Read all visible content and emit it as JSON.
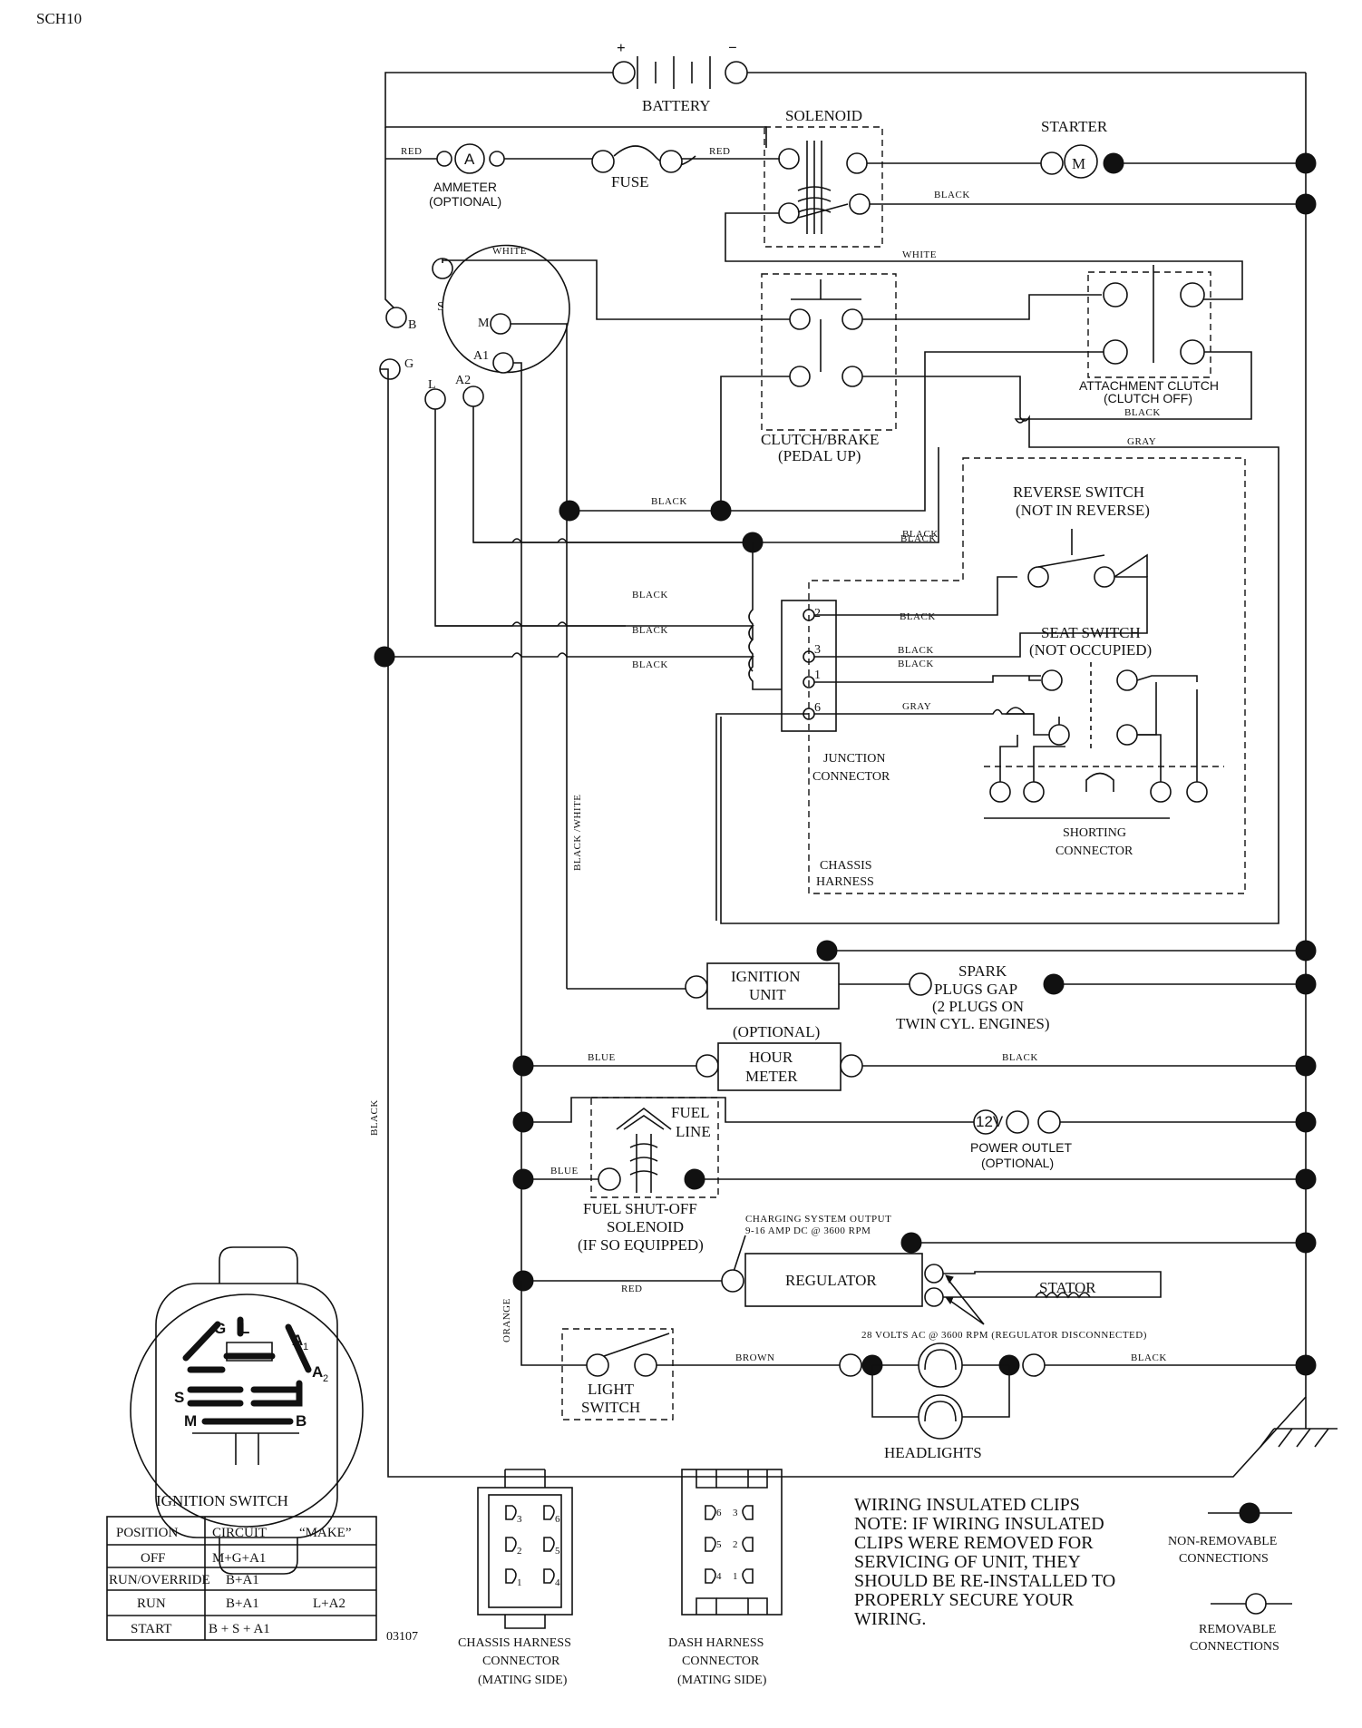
{
  "header": {
    "code": "SCH10",
    "drawing_number": "03107"
  },
  "labels": {
    "battery": "BATTERY",
    "plus": "+",
    "minus": "−",
    "solenoid": "SOLENOID",
    "starter": "STARTER",
    "starter_symbol": "M",
    "ammeter": "AMMETER",
    "ammeter_optional": "(OPTIONAL)",
    "ammeter_symbol": "A",
    "fuse": "FUSE",
    "clutch_brake": "CLUTCH/BRAKE",
    "clutch_brake_sub": "(PEDAL UP)",
    "attachment_clutch": "ATTACHMENT CLUTCH",
    "attachment_clutch_sub": "(CLUTCH OFF)",
    "reverse_switch": "REVERSE SWITCH",
    "reverse_switch_sub": "(NOT IN REVERSE)",
    "seat_switch": "SEAT SWITCH",
    "seat_switch_sub": "(NOT OCCUPIED)",
    "junction": "JUNCTION",
    "connector": "CONNECTOR",
    "shorting": "SHORTING",
    "shorting_connector": "CONNECTOR",
    "chassis": "CHASSIS",
    "harness": "HARNESS",
    "ignition_unit_1": "IGNITION",
    "ignition_unit_2": "UNIT",
    "spark_1": "SPARK",
    "spark_2": "PLUGS GAP",
    "spark_3": "(2 PLUGS ON",
    "spark_4": "TWIN CYL. ENGINES)",
    "optional": "(OPTIONAL)",
    "hour_1": "HOUR",
    "hour_2": "METER",
    "fuel_1": "FUEL",
    "fuel_2": "LINE",
    "power_outlet_symbol": "12V",
    "power_outlet": "POWER OUTLET",
    "power_outlet_optional": "(OPTIONAL)",
    "fuel_shutoff_1": "FUEL SHUT-OFF",
    "fuel_shutoff_2": "SOLENOID",
    "fuel_shutoff_3": "(IF SO EQUIPPED)",
    "charging_1": "CHARGING SYSTEM OUTPUT",
    "charging_2": "9-16 AMP DC @ 3600 RPM",
    "regulator": "REGULATOR",
    "stator": "STATOR",
    "volts_ac": "28 VOLTS AC @ 3600 RPM (REGULATOR DISCONNECTED)",
    "light_1": "LIGHT",
    "light_2": "SWITCH",
    "headlights": "HEADLIGHTS",
    "ignition_switch": "IGNITION SWITCH",
    "chassis_conn_1": "CHASSIS HARNESS",
    "chassis_conn_2": "CONNECTOR",
    "chassis_conn_3": "(MATING SIDE)",
    "dash_conn_1": "DASH HARNESS",
    "dash_conn_2": "CONNECTOR",
    "dash_conn_3": "(MATING SIDE)",
    "non_removable_1": "NON-REMOVABLE",
    "non_removable_2": "CONNECTIONS",
    "removable_1": "REMOVABLE",
    "removable_2": "CONNECTIONS"
  },
  "ignition_terminals": {
    "s": "S",
    "b": "B",
    "m": "M",
    "g": "G",
    "a1": "A1",
    "l": "L",
    "a2": "A2"
  },
  "junction_pins": {
    "p2": "2",
    "p3": "3",
    "p1": "1",
    "p6": "6"
  },
  "wires": {
    "red_1": "RED",
    "red_2": "RED",
    "white_1": "WHITE",
    "white_2": "WHITE",
    "black_1": "BLACK",
    "black_2": "BLACK",
    "black_3": "BLACK",
    "black_4": "BLACK",
    "black_5": "BLACK",
    "black_6": "BLACK",
    "black_7": "BLACK",
    "black_8": "BLACK",
    "black_9": "BLACK",
    "black_10": "BLACK",
    "black_11": "BLACK",
    "black_12": "BLACK",
    "black_13": "BLACK",
    "gray_1": "GRAY",
    "gray_2": "GRAY",
    "black_white": "BLACK /WHITE",
    "black_left": "BLACK",
    "blue_1": "BLUE",
    "blue_2": "BLUE",
    "red_3": "RED",
    "orange": "ORANGE",
    "brown": "BROWN"
  },
  "switch_diagram": {
    "g": "G",
    "l": "L",
    "a1": "A",
    "a2": "A",
    "s": "S",
    "m": "M",
    "b": "B",
    "sub1": "1",
    "sub2": "2"
  },
  "ignition_table": {
    "headers": [
      "POSITION",
      "CIRCUIT",
      "“MAKE”"
    ],
    "rows": [
      {
        "position": "OFF",
        "circuit": "M+G+A1",
        "extra": ""
      },
      {
        "position": "RUN/OVERRIDE",
        "circuit": "B+A1",
        "extra": ""
      },
      {
        "position": "RUN",
        "circuit": "B+A1",
        "extra": "L+A2"
      },
      {
        "position": "START",
        "circuit": "B + S + A1",
        "extra": ""
      }
    ]
  },
  "chassis_connector_pins": [
    "3",
    "6",
    "2",
    "5",
    "1",
    "4"
  ],
  "dash_connector_pins": [
    "6",
    "3",
    "5",
    "2",
    "4",
    "1"
  ],
  "note_lines": [
    "WIRING INSULATED CLIPS",
    "NOTE:  IF WIRING INSULATED",
    "CLIPS WERE REMOVED FOR",
    "SERVICING OF UNIT, THEY",
    "SHOULD BE RE-INSTALLED TO",
    "PROPERLY SECURE YOUR",
    " WIRING."
  ]
}
